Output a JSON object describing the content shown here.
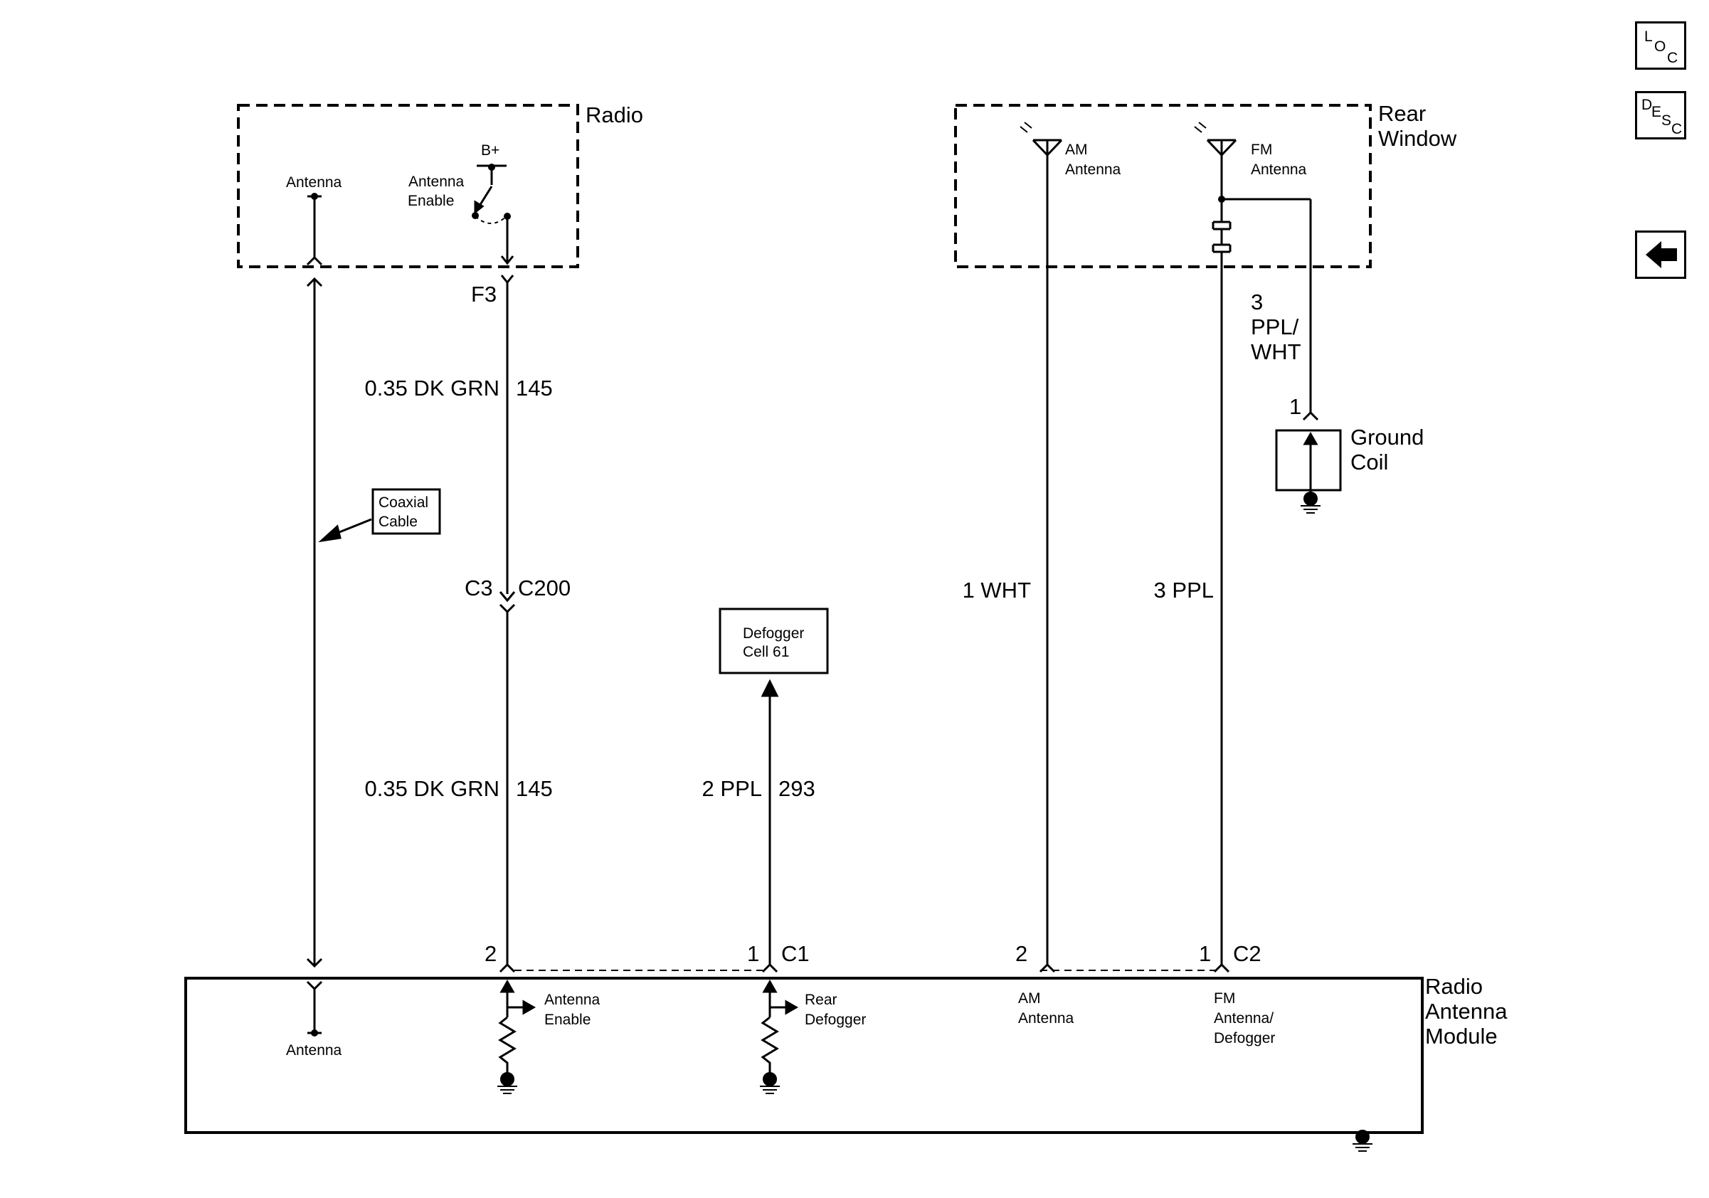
{
  "components": {
    "radio": {
      "title": "Radio",
      "antenna_label": "Antenna",
      "antenna_enable_label": [
        "Antenna",
        "Enable"
      ],
      "bplus_label": "B+"
    },
    "rear_window": {
      "title": [
        "Rear",
        "Window"
      ],
      "am_antenna_label": [
        "AM",
        "Antenna"
      ],
      "fm_antenna_label": [
        "FM",
        "Antenna"
      ]
    },
    "ground_coil": {
      "title": [
        "Ground",
        "Coil"
      ],
      "pin": "1"
    },
    "coaxial_cable": {
      "label": [
        "Coaxial",
        "Cable"
      ]
    },
    "defogger_cell": {
      "label": [
        "Defogger",
        "Cell 61"
      ]
    },
    "radio_antenna_module": {
      "title": [
        "Radio",
        "Antenna",
        "Module"
      ],
      "antenna_label": "Antenna",
      "antenna_enable_label": [
        "Antenna",
        "Enable"
      ],
      "rear_defogger_label": [
        "Rear",
        "Defogger"
      ],
      "am_antenna_label": [
        "AM",
        "Antenna"
      ],
      "fm_label": [
        "FM",
        "Antenna/",
        "Defogger"
      ]
    }
  },
  "connectors": {
    "radio_pin": "F3",
    "inline_left": "C3",
    "inline_right": "C200",
    "module_c1": "C1",
    "module_c2": "C2",
    "pin_antenna_enable": "2",
    "pin_defogger": "1",
    "pin_am": "2",
    "pin_fm": "1"
  },
  "wires": {
    "antenna_enable_upper": {
      "color": "0.35 DK GRN",
      "circuit": "145"
    },
    "antenna_enable_lower": {
      "color": "0.35 DK GRN",
      "circuit": "145"
    },
    "defogger": {
      "color": "2 PPL",
      "circuit": "293"
    },
    "am": {
      "color": "1 WHT"
    },
    "fm": {
      "color": "3 PPL"
    },
    "ground_coil_wire": [
      "3",
      "PPL/",
      "WHT"
    ]
  },
  "nav": {
    "loc": [
      "L",
      "O",
      "C"
    ],
    "desc": [
      "D",
      "E",
      "S",
      "C"
    ],
    "back_icon": "left-arrow-icon"
  }
}
